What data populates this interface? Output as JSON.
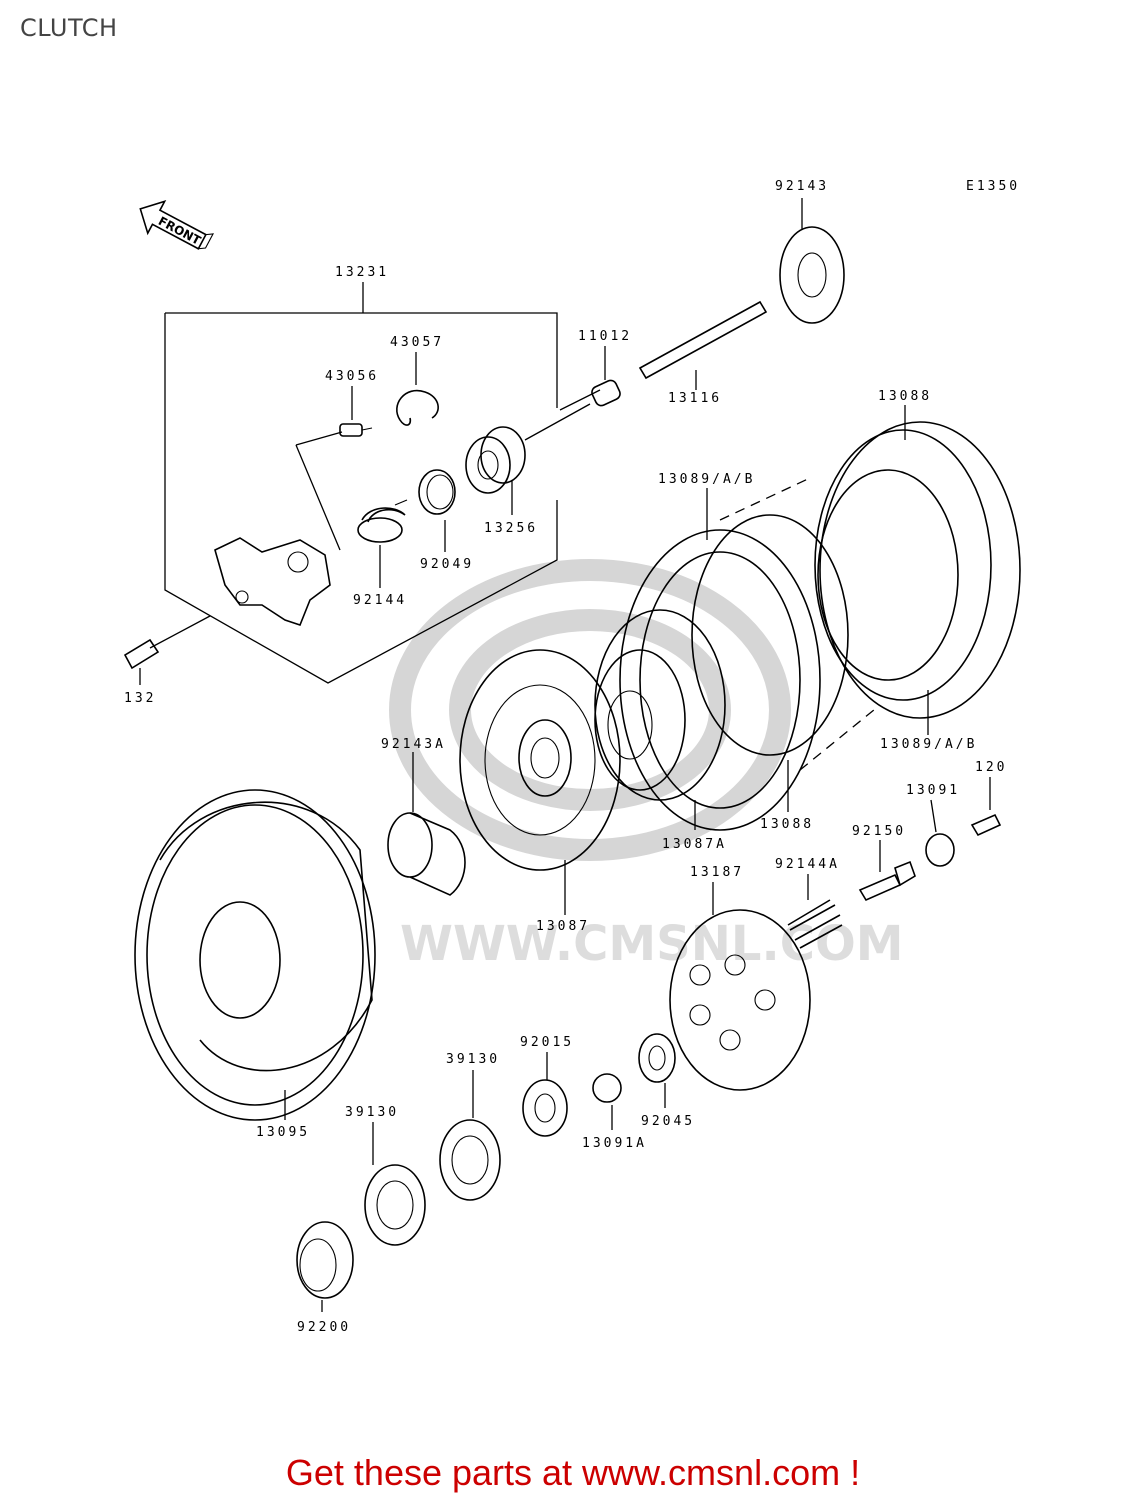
{
  "page": {
    "title": "CLUTCH"
  },
  "diagram": {
    "code": "E1350",
    "front_label": "FRONT",
    "watermark_text": "WWW.CMSNL.COM",
    "parts": [
      "92143",
      "13231",
      "43057",
      "43056",
      "11012",
      "13116",
      "13088",
      "13089/A/B",
      "13256",
      "92049",
      "92144",
      "132",
      "92143A",
      "13087A",
      "13088",
      "13089/A/B",
      "120",
      "13091",
      "92150",
      "92144A",
      "13187",
      "13087",
      "13095",
      "92015",
      "39130",
      "39130",
      "92045",
      "13091A",
      "92200"
    ]
  },
  "footer": {
    "text": "Get these parts at www.cmsnl.com !",
    "color": "#cc0000"
  }
}
